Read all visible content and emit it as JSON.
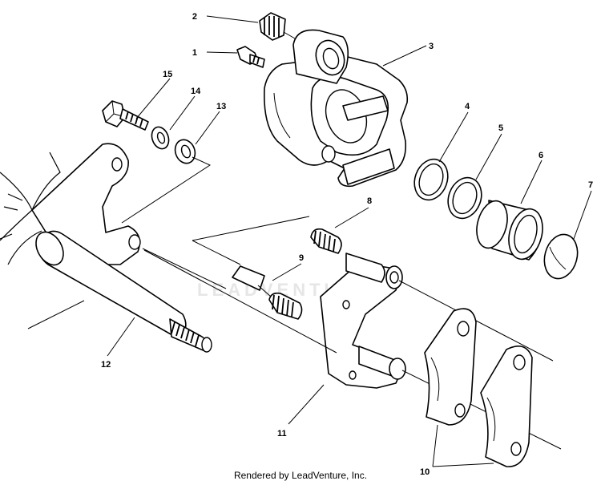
{
  "diagram": {
    "callouts": [
      "1",
      "2",
      "3",
      "4",
      "5",
      "6",
      "7",
      "8",
      "9",
      "10",
      "11",
      "12",
      "13",
      "14",
      "15"
    ],
    "footer": "Rendered by LeadVenture, Inc.",
    "watermark": "LEADVENTURE"
  },
  "colors": {
    "ink": "#000000",
    "background": "#ffffff",
    "watermark": "#e6e6e6"
  }
}
